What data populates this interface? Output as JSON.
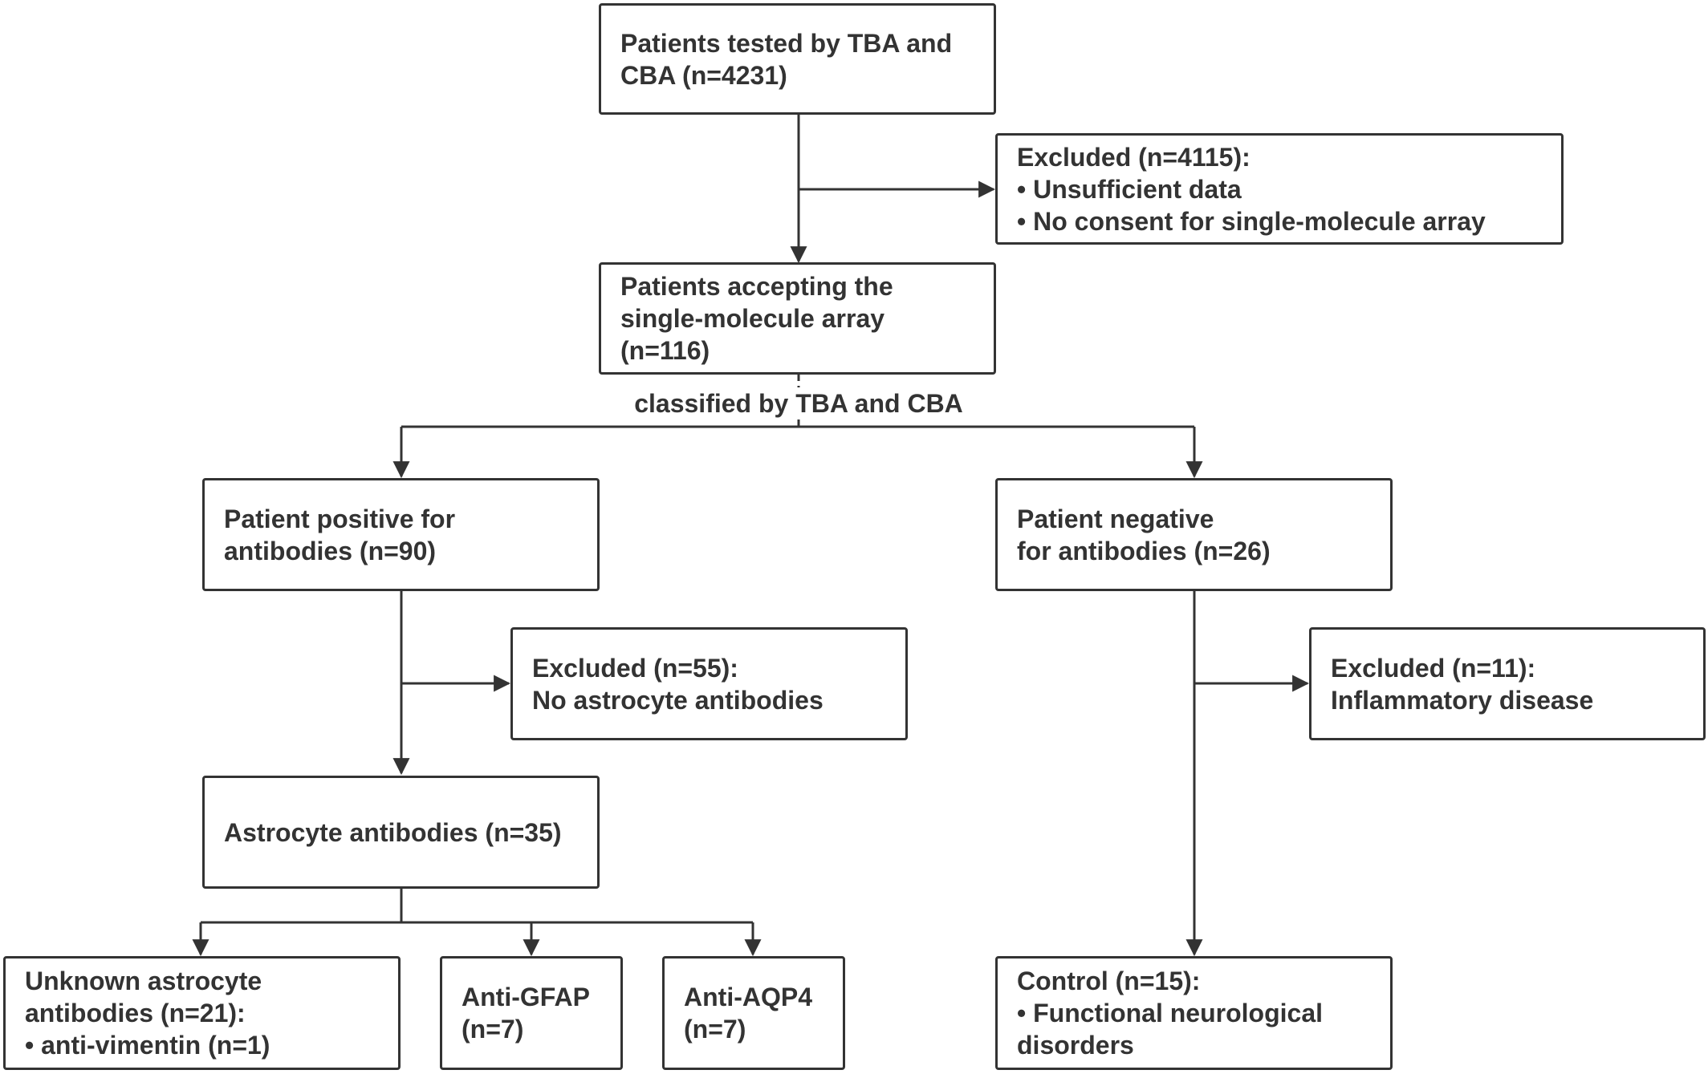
{
  "nodes": {
    "tested": {
      "lines": [
        "Patients tested by TBA and",
        "CBA (n=4231)"
      ]
    },
    "excluded1": {
      "lines": [
        "Excluded (n=4115):",
        "• Unsufficient data",
        "• No consent for single-molecule array"
      ]
    },
    "accepting": {
      "lines": [
        "Patients accepting the",
        "single-molecule array",
        "(n=116)"
      ]
    },
    "positive": {
      "lines": [
        "Patient positive for",
        "antibodies (n=90)"
      ]
    },
    "negative": {
      "lines": [
        "Patient negative",
        "for antibodies (n=26)"
      ]
    },
    "excluded_pos": {
      "lines": [
        "Excluded (n=55):",
        "No astrocyte antibodies"
      ]
    },
    "excluded_neg": {
      "lines": [
        "Excluded (n=11):",
        "Inflammatory disease"
      ]
    },
    "astrocyte": {
      "lines": [
        "Astrocyte antibodies (n=35)"
      ]
    },
    "unknown": {
      "lines": [
        "Unknown astrocyte",
        "antibodies (n=21):",
        "• anti-vimentin (n=1)"
      ]
    },
    "gfap": {
      "lines": [
        "Anti-GFAP",
        "(n=7)"
      ]
    },
    "aqp4": {
      "lines": [
        "Anti-AQP4",
        "(n=7)"
      ]
    },
    "control": {
      "lines": [
        "Control (n=15):",
        "• Functional neurological",
        "disorders"
      ]
    }
  },
  "edge_labels": {
    "classified": "classified by TBA and CBA"
  }
}
